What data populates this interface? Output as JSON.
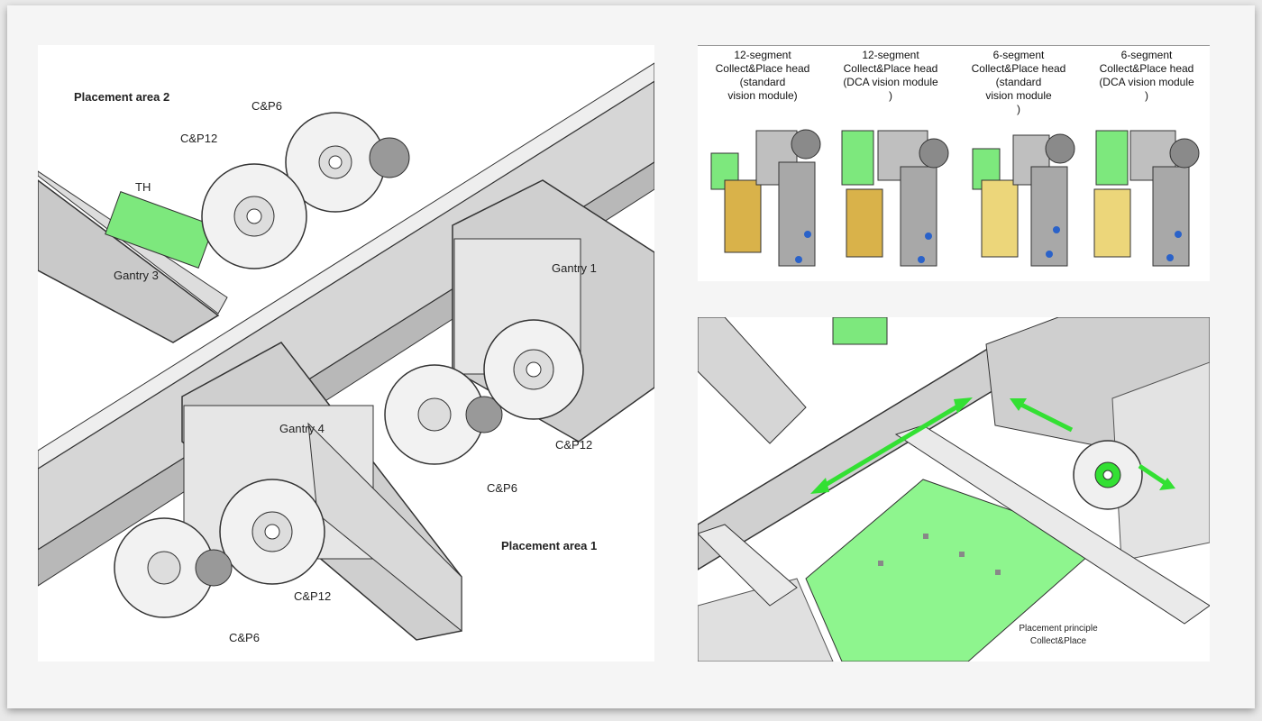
{
  "main_diagram": {
    "labels": {
      "placement_area_2": "Placement area 2",
      "placement_area_1": "Placement area 1",
      "th": "TH",
      "gantry_1": "Gantry 1",
      "gantry_3": "Gantry 3",
      "gantry_4": "Gantry 4",
      "cp6_top": "C&P6",
      "cp12_top": "C&P12",
      "cp12_right": "C&P12",
      "cp6_right": "C&P6",
      "cp12_bottom": "C&P12",
      "cp6_bottom": "C&P6"
    }
  },
  "heads_panel": {
    "captions": [
      "12-segment\nCollect&Place head\n(standard\nvision module)",
      "12-segment\nCollect&Place head\n(DCA vision module\n)",
      "6-segment\nCollect&Place head\n(standard\nvision module\n)",
      "6-segment\nCollect&Place head\n(DCA vision module\n)"
    ]
  },
  "principle_panel": {
    "caption_line1": "Placement principle",
    "caption_line2": "Collect&Place"
  },
  "colors": {
    "accent_green": "#7de87d",
    "arrow_green": "#33e033",
    "blue_dot": "#2a62c9",
    "gold": "#d9b24a"
  }
}
